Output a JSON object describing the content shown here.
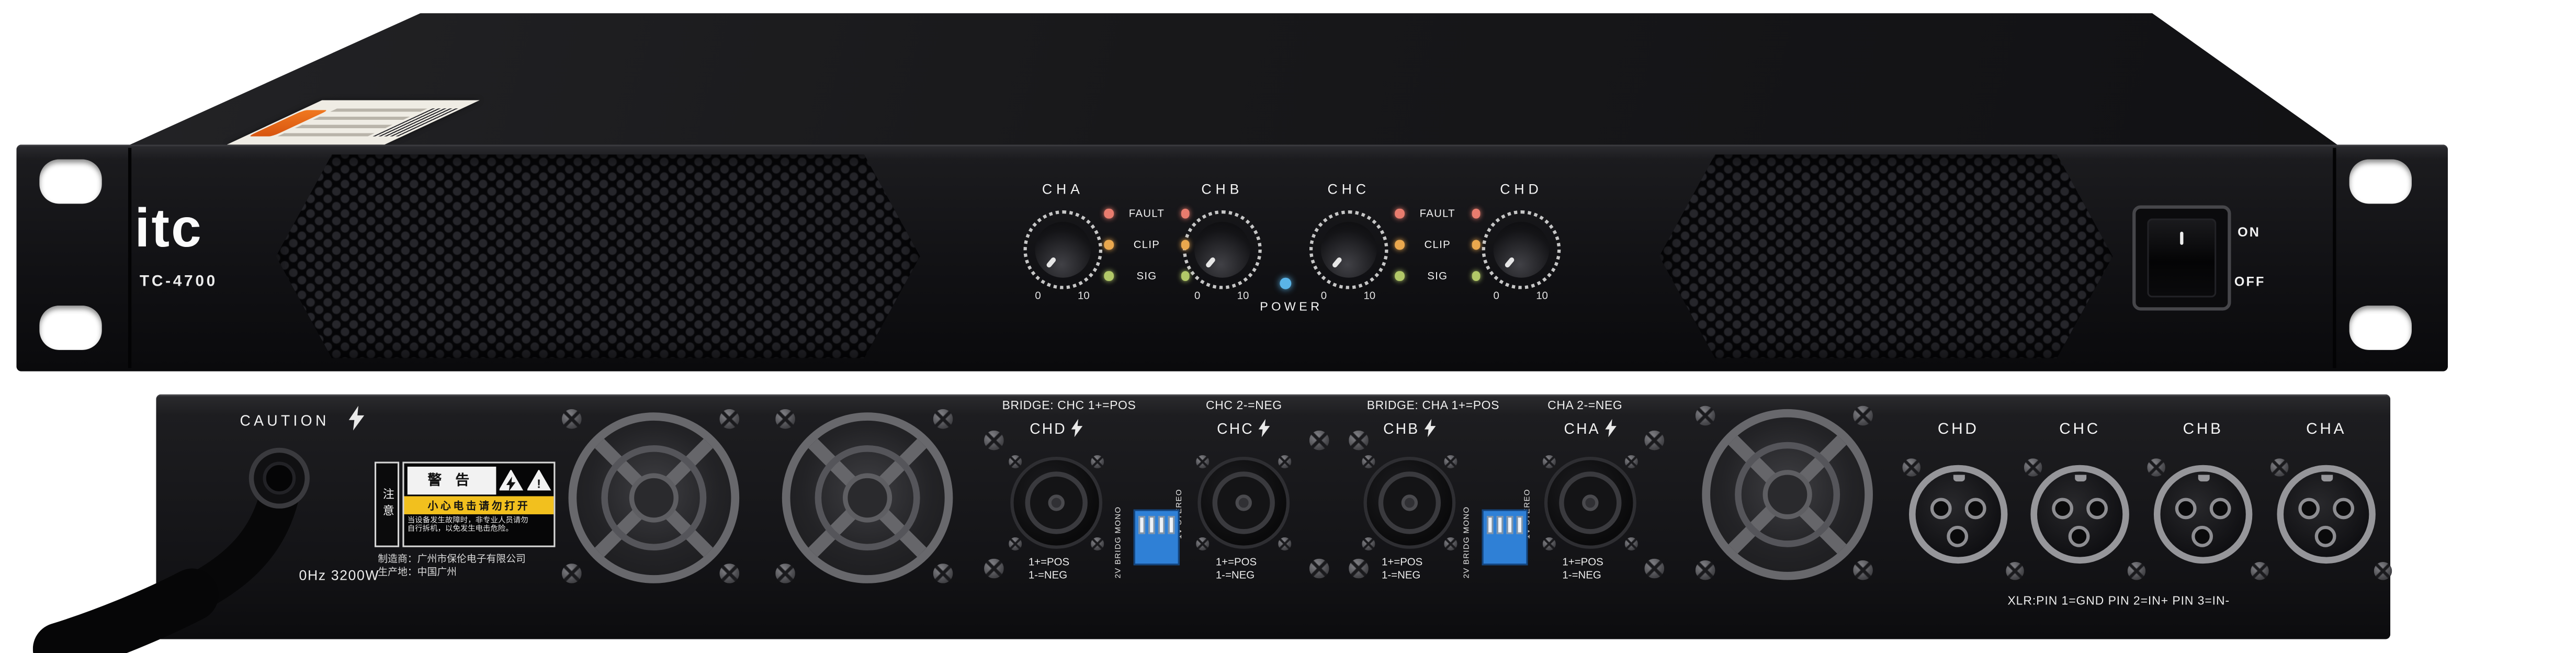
{
  "product": {
    "brand": "itc",
    "model": "TC-4700"
  },
  "front": {
    "channel_labels": [
      "CHA",
      "CHB",
      "CHC",
      "CHD"
    ],
    "knob_scale": {
      "min": "0",
      "max": "10"
    },
    "led_labels": [
      "FAULT",
      "CLIP",
      "SIG"
    ],
    "power_label": "POWER",
    "switch": {
      "on": "ON",
      "off": "OFF"
    }
  },
  "rear": {
    "caution_label": "CAUTION",
    "power_rating": "0Hz 3200W",
    "warning_sticker": {
      "side_vertical": "注意",
      "title": "警 告",
      "strip": "小心电击请勿打开",
      "fine_print_line1": "当设备发生故障时，非专业人员请勿",
      "fine_print_line2": "自行拆机，以免发生电击危险。"
    },
    "manufacturer_line1": "制造商：广州市保伦电子有限公司",
    "manufacturer_line2": "生产地：中国广州",
    "bridge_labels": {
      "left_group_line1": "BRIDGE: CHC 1+=POS",
      "left_group_line2": "CHC 2-=NEG",
      "right_group_line1": "BRIDGE: CHA 1+=POS",
      "right_group_line2": "CHA 2-=NEG"
    },
    "speakon_labels": [
      "CHD",
      "CHC",
      "CHB",
      "CHA"
    ],
    "speakon_pinout": {
      "line1": "1+=POS",
      "line2": "1-=NEG"
    },
    "dip_switch": {
      "label_top": "1V STEREO",
      "label_bottom": "2V BRIDG MONO"
    },
    "xlr_labels": [
      "CHD",
      "CHC",
      "CHB",
      "CHA"
    ],
    "xlr_note": "XLR:PIN 1=GND PIN 2=IN+ PIN 3=IN-"
  },
  "colors": {
    "fault_led": "#e87c6e",
    "clip_led": "#eaa84e",
    "sig_led": "#b2c868",
    "power_led": "#5ab4e8",
    "dip_blue": "#2f80d6",
    "warning_yellow": "#f2c01e"
  }
}
